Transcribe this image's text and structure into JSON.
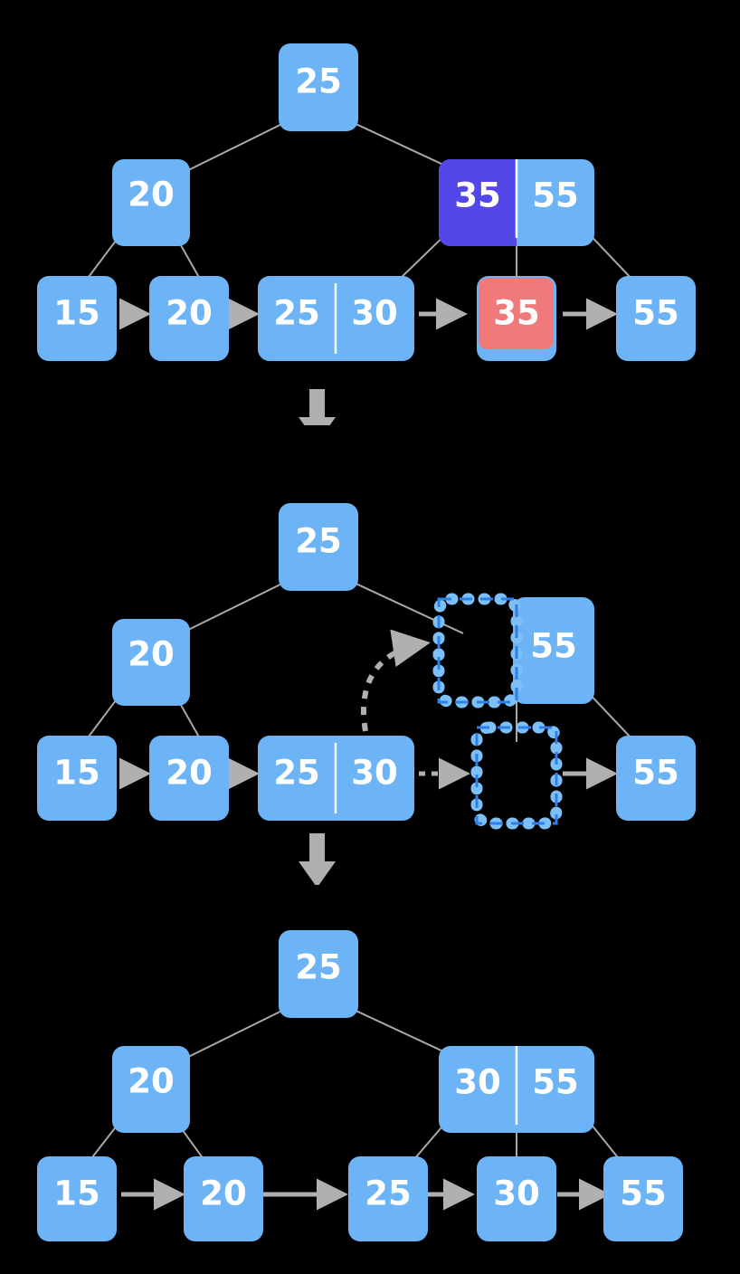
{
  "diagram": {
    "title": "B+ tree deletion of key 35 — three sequential states",
    "background_color": "#000000",
    "node_color": "#6CB4F5",
    "highlight_delete_color": "#F07A7A",
    "highlight_key_color": "#5347E8",
    "edge_color": "#A8A8A8",
    "link_arrow_color": "#B0B0B0",
    "ghost_dash_color": "#2F7FE8",
    "ghost_bead_color": "#7CC0F7",
    "divider_color": "#ffffff",
    "step_arrow_color": "#AFAFAF"
  },
  "panels": [
    {
      "id": "panel-before",
      "label": "state-1-before-delete",
      "root": {
        "keys": [
          "25"
        ]
      },
      "internal_nodes": [
        {
          "id": "internal-left-1",
          "keys": [
            "20"
          ],
          "highlights": [
            null
          ]
        },
        {
          "id": "internal-right-1",
          "keys": [
            "35",
            "55"
          ],
          "highlights": [
            "key-highlight",
            null
          ]
        }
      ],
      "leaves": [
        {
          "id": "leaf-15-1",
          "keys": [
            "15"
          ],
          "highlights": [
            null
          ]
        },
        {
          "id": "leaf-20-1",
          "keys": [
            "20"
          ],
          "highlights": [
            null
          ]
        },
        {
          "id": "leaf-25-30-1",
          "keys": [
            "25",
            "30"
          ],
          "highlights": [
            null,
            null
          ]
        },
        {
          "id": "leaf-35-1",
          "keys": [
            "35"
          ],
          "highlights": [
            "delete-highlight"
          ]
        },
        {
          "id": "leaf-55-1",
          "keys": [
            "55"
          ],
          "highlights": [
            null
          ]
        }
      ]
    },
    {
      "id": "panel-during",
      "label": "state-2-node-removed",
      "root": {
        "keys": [
          "25"
        ]
      },
      "internal_nodes": [
        {
          "id": "internal-left-2",
          "keys": [
            "20"
          ],
          "highlights": [
            null
          ]
        },
        {
          "id": "internal-right-2",
          "keys": [
            "",
            "55"
          ],
          "highlights": [
            "ghost-empty",
            null
          ]
        }
      ],
      "leaves": [
        {
          "id": "leaf-15-2",
          "keys": [
            "15"
          ],
          "highlights": [
            null
          ]
        },
        {
          "id": "leaf-20-2",
          "keys": [
            "20"
          ],
          "highlights": [
            null
          ]
        },
        {
          "id": "leaf-25-30-2",
          "keys": [
            "25",
            "30"
          ],
          "highlights": [
            null,
            null
          ]
        },
        {
          "id": "leaf-ghost-2",
          "keys": [
            ""
          ],
          "highlights": [
            "ghost-empty"
          ]
        },
        {
          "id": "leaf-55-2",
          "keys": [
            "55"
          ],
          "highlights": [
            null
          ]
        }
      ]
    },
    {
      "id": "panel-after",
      "label": "state-3-after-rebalance",
      "root": {
        "keys": [
          "25"
        ]
      },
      "internal_nodes": [
        {
          "id": "internal-left-3",
          "keys": [
            "20"
          ],
          "highlights": [
            null
          ]
        },
        {
          "id": "internal-right-3",
          "keys": [
            "30",
            "55"
          ],
          "highlights": [
            null,
            null
          ]
        }
      ],
      "leaves": [
        {
          "id": "leaf-15-3",
          "keys": [
            "15"
          ],
          "highlights": [
            null
          ]
        },
        {
          "id": "leaf-20-3",
          "keys": [
            "20"
          ],
          "highlights": [
            null
          ]
        },
        {
          "id": "leaf-25-3",
          "keys": [
            "25"
          ],
          "highlights": [
            null
          ]
        },
        {
          "id": "leaf-30-3",
          "keys": [
            "30"
          ],
          "highlights": [
            null
          ]
        },
        {
          "id": "leaf-55-3",
          "keys": [
            "55"
          ],
          "highlights": [
            null
          ]
        }
      ]
    }
  ],
  "step_arrows": [
    {
      "id": "step-arrow-1",
      "direction": "down"
    },
    {
      "id": "step-arrow-2",
      "direction": "down"
    }
  ],
  "keys_text": {
    "k25": "25",
    "k20": "20",
    "k15": "15",
    "k30": "30",
    "k35": "35",
    "k55": "55",
    "empty": ""
  }
}
